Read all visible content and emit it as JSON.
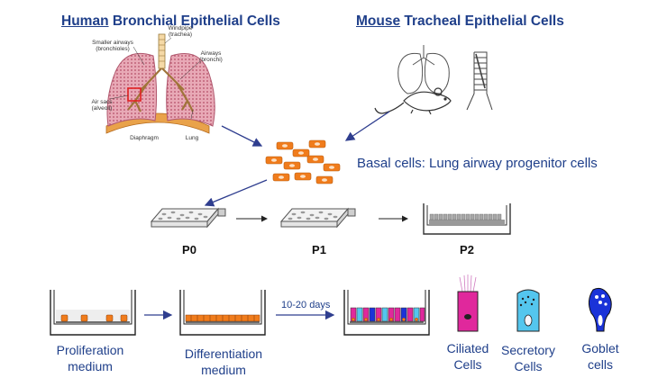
{
  "titles": {
    "human_emph": "Human",
    "human_rest": " Bronchial Epithelial Cells",
    "mouse_emph": "Mouse",
    "mouse_rest": " Tracheal Epithelial Cells"
  },
  "lung_labels": {
    "smaller_airways": "Smaller airways",
    "bronchioles": "(bronchioles)",
    "windpipe": "Windpipe",
    "trachea": "(trachea)",
    "airways": "Airways",
    "bronchi": "(bronchi)",
    "air_sacs": "Air sacs",
    "alveoli": "(alveoli)",
    "diaphragm": "Diaphragm",
    "lung": "Lung"
  },
  "basal_caption": "Basal cells: Lung airway progenitor cells",
  "passages": [
    "P0",
    "P1",
    "P2"
  ],
  "media": {
    "proliferation_line1": "Proliferation",
    "proliferation_line2": "medium",
    "differentiation_line1": "Differentiation",
    "differentiation_line2": "medium"
  },
  "duration": "10-20 days",
  "cell_types": {
    "ciliated_line1": "Ciliated",
    "ciliated_line2": "Cells",
    "secretory_line1": "Secretory",
    "secretory_line2": "Cells",
    "goblet_line1": "Goblet",
    "goblet_line2": "cells"
  },
  "colors": {
    "title_blue": "#1f3f8a",
    "arrow_blue": "#2f3e8f",
    "basal_orange": "#f07c1c",
    "ciliated_magenta": "#e0289c",
    "secretory_cyan": "#54c6ee",
    "goblet_blue": "#1a33d8",
    "lung_pink": "#e8a9b6",
    "diaphragm_orange": "#e9a24a"
  },
  "icons": [
    "human-lung-illustration",
    "mouse-lung-icon",
    "mouse-icon",
    "trachea-icon",
    "culture-flask-icon",
    "transwell-insert-icon"
  ]
}
